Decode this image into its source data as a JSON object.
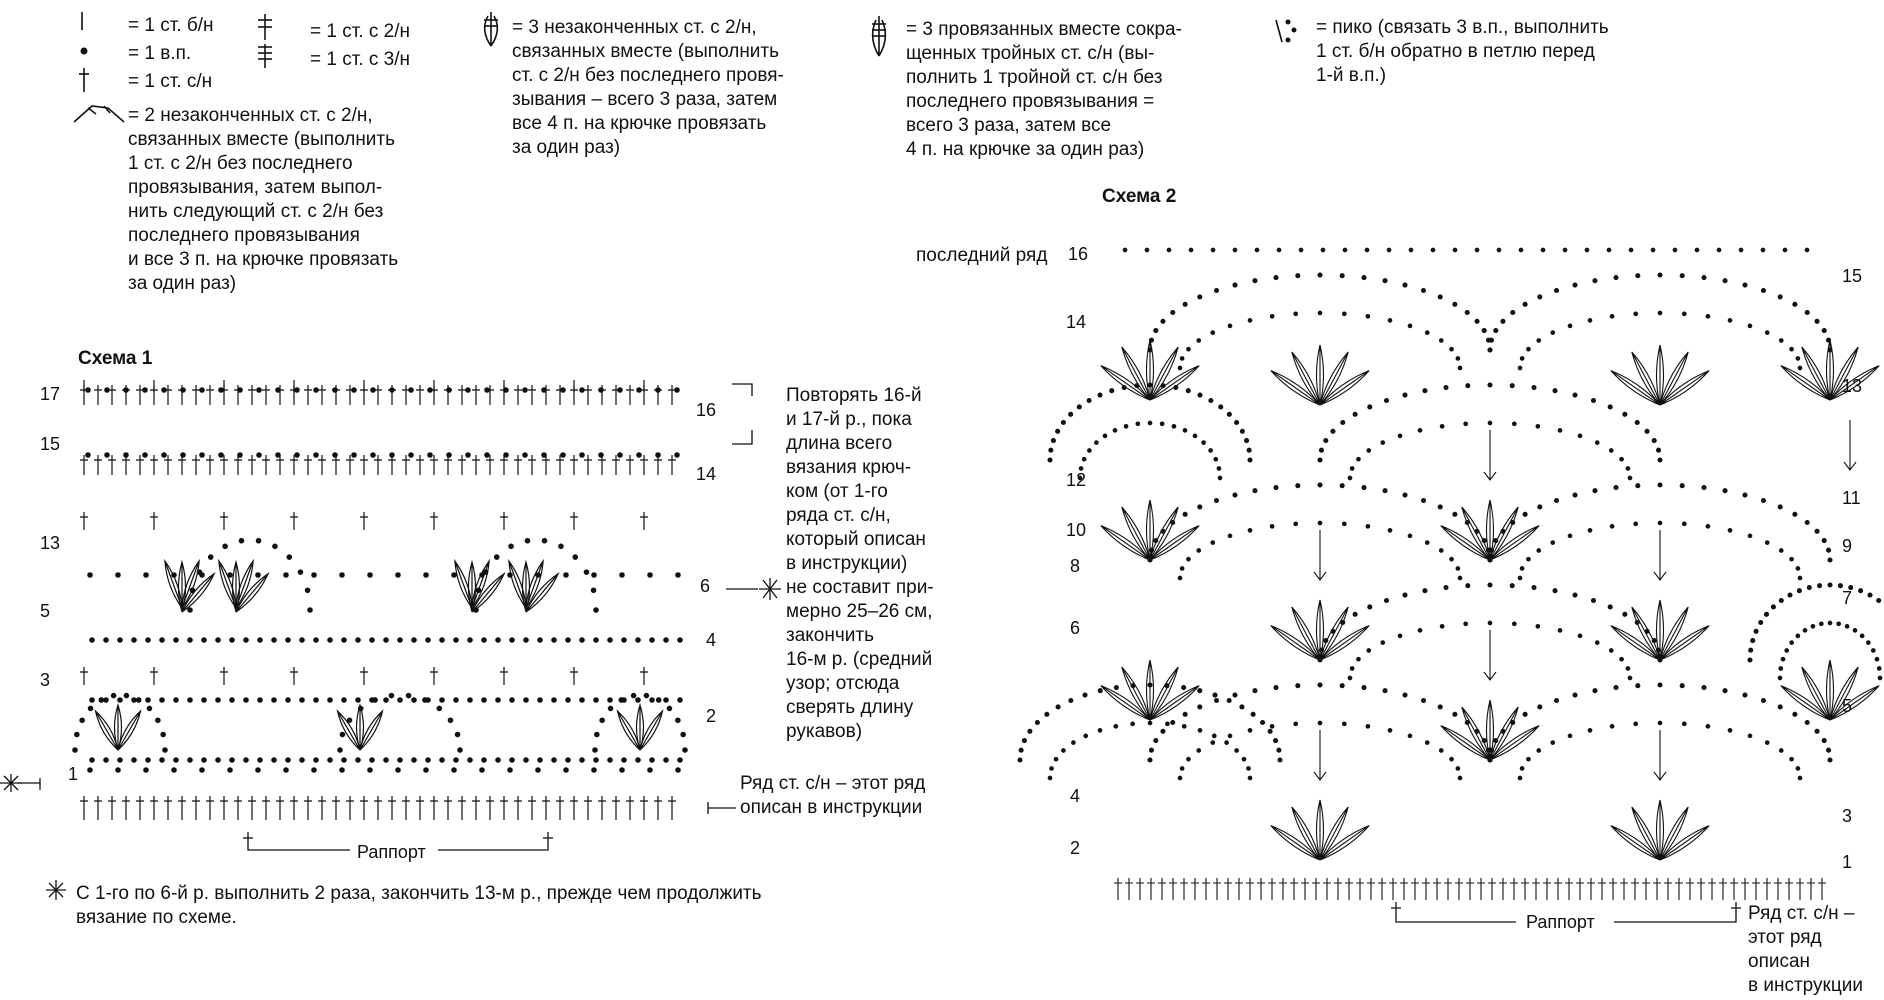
{
  "legend": {
    "sc": "= 1 ст. б/н",
    "ch": "= 1 в.п.",
    "dc": "= 1 ст. с/н",
    "tr": "= 1 ст. с 2/н",
    "dtr": "= 1 ст. с 3/н",
    "tr2tog": "= 2 незаконченных ст. с 2/н,\nсвязанных вместе (выполнить\n1 ст. с 2/н без последнего\nпровязывания, затем выпол-\nнить следующий ст. с 2/н без\nпоследнего провязывания\nи все 3 п. на крючке провязать\nза один раз)",
    "tr3cl": "= 3 незаконченных ст. с 2/н,\nсвязанных вместе (выполнить\nст. с 2/н без последнего провя-\nзывания – всего 3 раза, затем\nвсе 4 п. на крючке провязать\nза один раз)",
    "trtr3cl": "= 3 провязанных вместе сокра-\nщенных тройных ст. с/н (вы-\nполнить 1 тройной ст. с/н без\nпоследнего провязывания =\nвсего 3 раза, затем все\n4 п. на крючке за один раз)",
    "picot": "= пико (связать 3 в.п., выполнить\n1 ст. б/н обратно в петлю перед\n1-й в.п.)"
  },
  "scheme1": {
    "title": "Схема 1",
    "rows_left": [
      "17",
      "15",
      "13",
      "5",
      "3",
      "1"
    ],
    "rows_right": [
      "16",
      "14",
      "6",
      "4",
      "2"
    ],
    "repeat_note": "Повторять 16-й\nи 17-й р., пока\nдлина всего\nвязания крюч-\nком (от 1-го\nряда ст. с/н,\nкоторый описан\nв инструкции)\nне составит при-\nмерно 25–26 см,\nзакончить\n16-м р. (средний\nузор; отсюда\nсверять длину\nрукавов)",
    "base_row_note": "Ряд ст. с/н – этот ряд\nописан в инструкции",
    "rapport": "Раппорт",
    "footnote": "С 1-го по 6-й р. выполнить 2 раза, закончить 13-м р., прежде чем продолжить\nвязание по схеме."
  },
  "scheme2": {
    "title": "Схема 2",
    "last_row": "последний ряд",
    "rows_left": [
      "16",
      "14",
      "12",
      "10",
      "8",
      "6",
      "4",
      "2"
    ],
    "rows_right": [
      "15",
      "13",
      "11",
      "9",
      "7",
      "5",
      "3",
      "1"
    ],
    "rapport": "Раппорт",
    "base_row_note": "Ряд ст. с/н –\nэтот ряд\nописан\nв инструкции"
  }
}
